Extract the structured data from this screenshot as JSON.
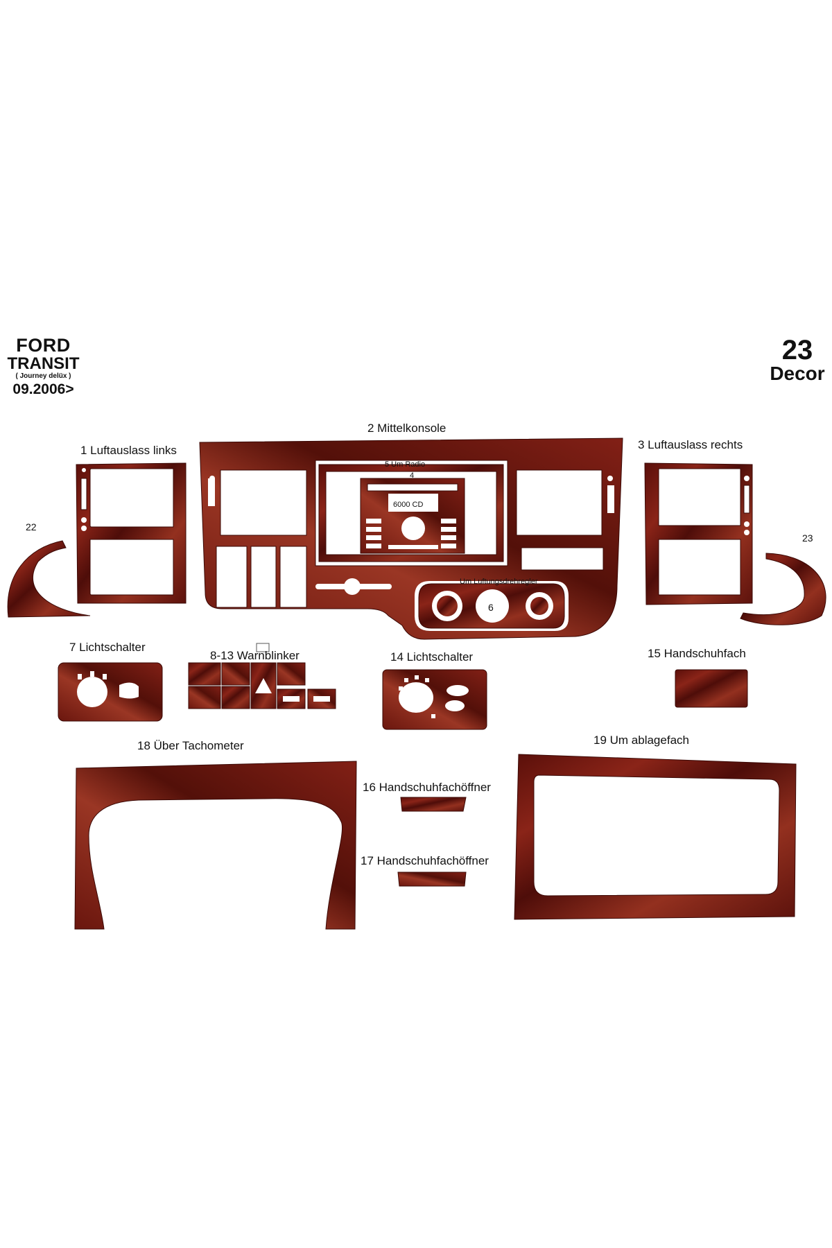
{
  "header": {
    "brand": "FORD",
    "model": "TRANSIT",
    "variant": "( Journey delüx )",
    "year": "09.2006>",
    "count": "23",
    "count_label": "Decor"
  },
  "parts": {
    "p1": "1  Luftauslass links",
    "p2": "2  Mittelkonsole",
    "p3": "3   Luftauslass rechts",
    "p4": "4",
    "p5": "5  Um Radio",
    "p6": "6",
    "p6_ring": "Um Luftungsdrehregler",
    "radio": "6000 CD",
    "p7": "7  Lichtschalter",
    "p8": "8-13  Warnblinker",
    "p14": "14 Lichtschalter",
    "p15": "15  Handschuhfach",
    "p16": "16 Handschuhfachöffner",
    "p17": "17  Handschuhfachöffner",
    "p18": "18  Über Tachometer",
    "p19": "19  Um ablagefach",
    "p22": "22",
    "p23": "23"
  },
  "colors": {
    "wood": "#7a1a12",
    "wood_dark": "#4a0c08",
    "wood_light": "#a33a2a",
    "background": "#ffffff"
  }
}
